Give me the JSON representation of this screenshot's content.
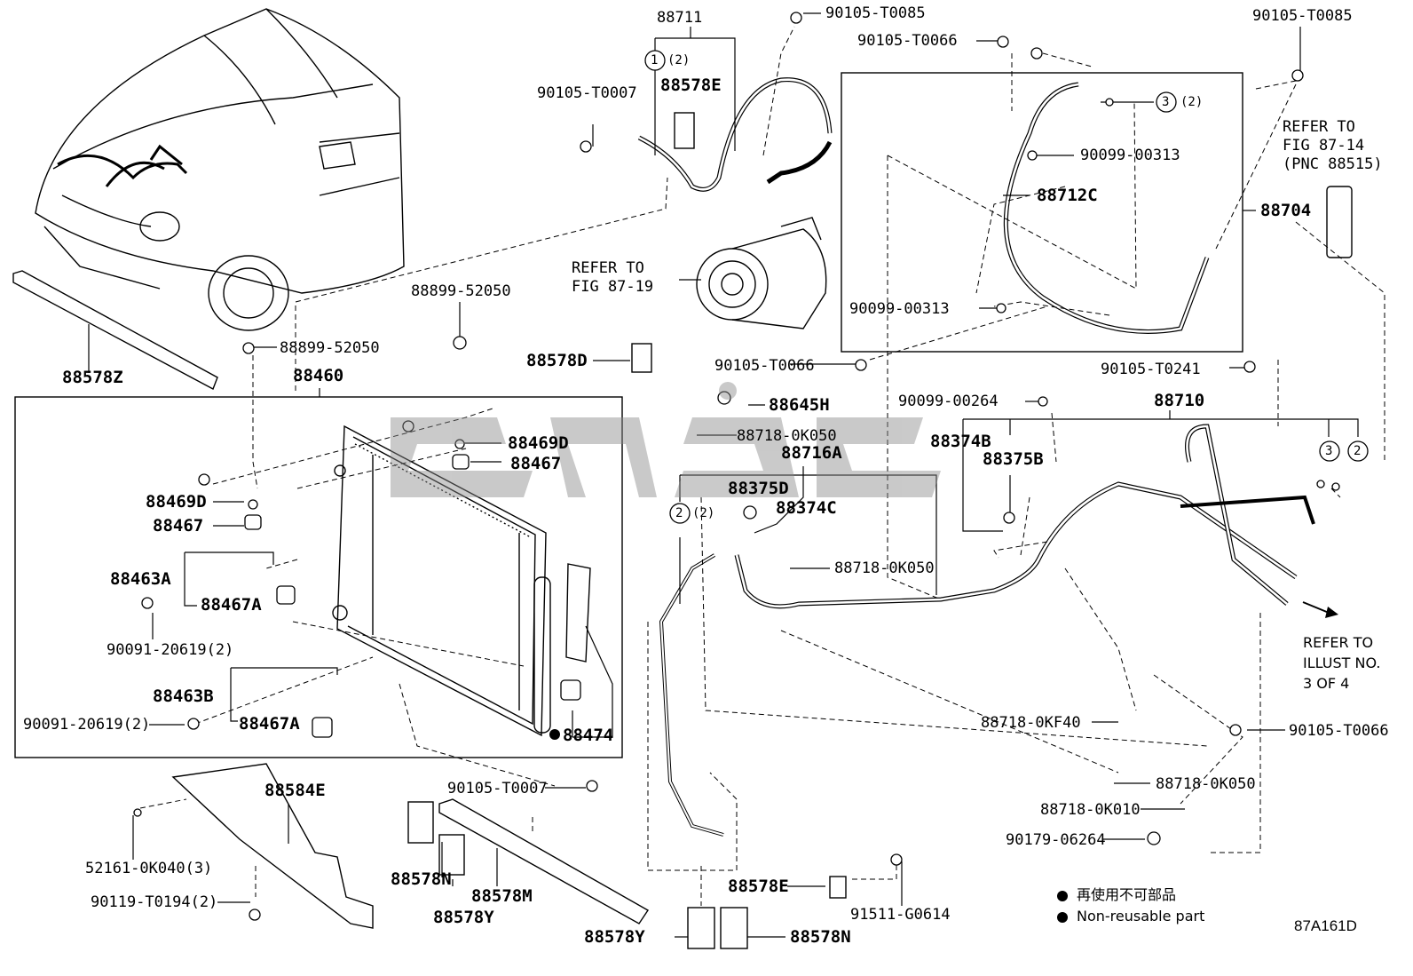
{
  "diagram_id": "87A161D",
  "legend": {
    "dot_symbol": "●",
    "line_jp": "再使用不可部品",
    "line_en": "Non-reusable part"
  },
  "labels": {
    "p88711": "88711",
    "p90105_T0085_a": "90105-T0085",
    "p90105_T0066_top": "90105-T0066",
    "p90105_T0085_b": "90105-T0085",
    "callout1": "1",
    "qty1": "(2)",
    "p90105_T0007_top": "90105-T0007",
    "p88578E_top": "88578E",
    "callout3_top": "3",
    "qty3_top": "(2)",
    "p90099_00313_a": "90099-00313",
    "p88712C": "88712C",
    "p88704": "88704",
    "refer_87_14_l1": "REFER TO",
    "refer_87_14_l2": "FIG 87-14",
    "refer_87_14_l3": "(PNC 88515)",
    "refer_87_19_l1": "REFER TO",
    "refer_87_19_l2": "FIG 87-19",
    "p90099_00313_b": "90099-00313",
    "p88899_52050_a": "88899-52050",
    "p88899_52050_b": "88899-52050",
    "p88578Z": "88578Z",
    "p88460": "88460",
    "p88578D": "88578D",
    "p90105_T0066_mid": "90105-T0066",
    "p90105_T0241": "90105-T0241",
    "p88645H": "88645H",
    "p90099_00264": "90099-00264",
    "p88710": "88710",
    "p88718_0K050_a": "88718-0K050",
    "p88469D_a": "88469D",
    "p88374B": "88374B",
    "p88716A": "88716A",
    "p88467_a": "88467",
    "p88375B": "88375B",
    "p88375D": "88375D",
    "callout2_mid": "2",
    "qty2_mid": "(2)",
    "p88374C": "88374C",
    "callout3_right": "3",
    "callout2_right": "2",
    "p88469D_b": "88469D",
    "p88467_b": "88467",
    "p88718_0K050_b": "88718-0K050",
    "p88463A": "88463A",
    "p88467A_a": "88467A",
    "p90091_20619_a": "90091-20619(2)",
    "refer_illust_l1": "REFER TO",
    "refer_illust_l2": "ILLUST NO.",
    "refer_illust_l3": "3 OF 4",
    "p88463B": "88463B",
    "p90091_20619_b": "90091-20619(2)",
    "p88467A_b": "88467A",
    "p88474": "88474",
    "p88718_0KF40": "88718-0KF40",
    "p90105_T0066_low": "90105-T0066",
    "p88584E": "88584E",
    "p90105_T0007_low": "90105-T0007",
    "p88718_0K050_c": "88718-0K050",
    "p52161_0K040": "52161-0K040(3)",
    "p88718_0K010": "88718-0K010",
    "p90179_06264": "90179-06264",
    "p88578N_a": "88578N",
    "p88578M": "88578M",
    "p90119_T0194": "90119-T0194(2)",
    "p88578Y_a": "88578Y",
    "p88578E_low": "88578E",
    "p91511_G0614": "91511-G0614",
    "p88578Y_b": "88578Y",
    "p88578N_b": "88578N"
  }
}
